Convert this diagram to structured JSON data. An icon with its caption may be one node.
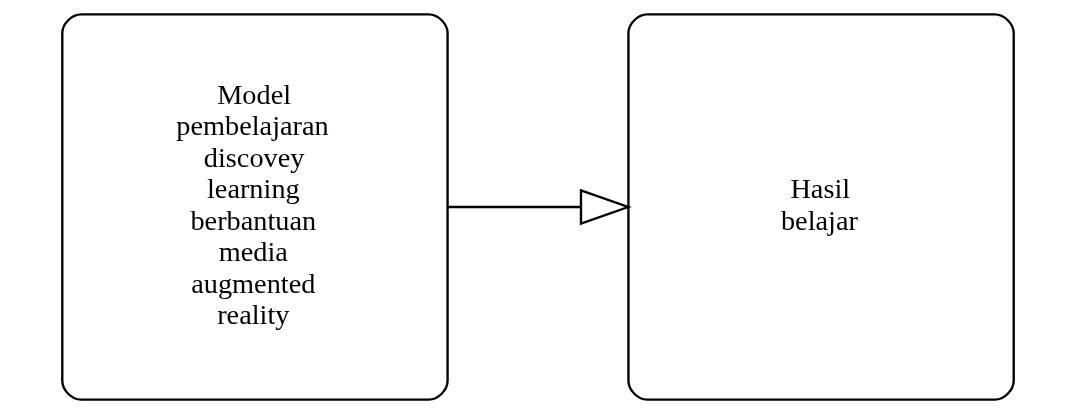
{
  "diagram": {
    "nodes": [
      {
        "text": [
          "Model pembelajaran discovey learning berbantuan media augmented reality"
        ]
      },
      {
        "text": [
          "Hasil belajar"
        ]
      }
    ],
    "edges": [
      {
        "from": 0,
        "to": 1,
        "arrow": "to"
      }
    ]
  }
}
